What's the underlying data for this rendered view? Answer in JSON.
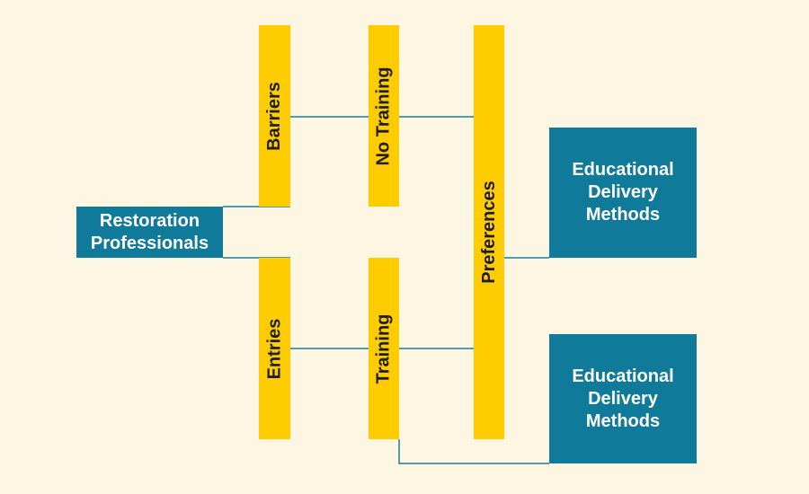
{
  "colors": {
    "background": "#fdf6e3",
    "bar_fill": "#ffcc00",
    "box_fill": "#0f7a99",
    "connector": "#1a7f9c"
  },
  "diagram": {
    "root": "Restoration\nProfessionals",
    "barriers": "Barriers",
    "entries": "Entries",
    "no_training": "No Training",
    "training": "Training",
    "preferences": "Preferences",
    "methods_top": "Educational\nDelivery\nMethods",
    "methods_bottom": "Educational\nDelivery\nMethods"
  }
}
